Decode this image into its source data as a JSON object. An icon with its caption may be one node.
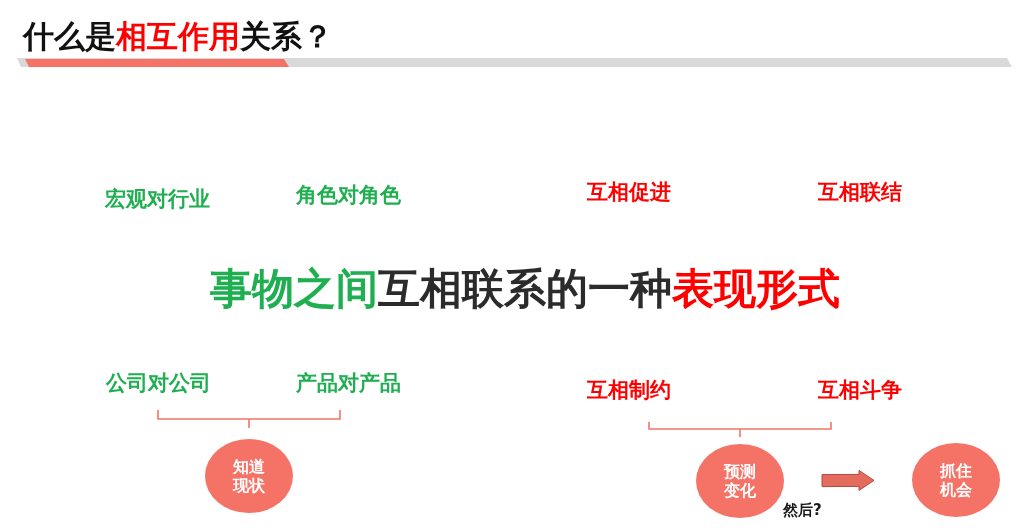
{
  "diagram": {
    "title": "什么是**相互作用**关系？",
    "nodes": [
      {
        "text": [
          "知道现状"
        ]
      },
      {
        "text": [
          "预测变化"
        ],
        "beside": [
          "然后?"
        ]
      },
      {
        "text": [
          "抓住机会"
        ]
      }
    ],
    "edges": [
      {
        "from": 1,
        "to": 2,
        "arrow": "to"
      }
    ],
    "labels": [
      "宏观对行业",
      "角色对角色",
      "互相促进",
      "互相联结",
      "**事物之间**互相联系的一种**表现形式**",
      "公司对公司",
      "产品对产品",
      "互相制约",
      "互相斗争"
    ]
  }
}
